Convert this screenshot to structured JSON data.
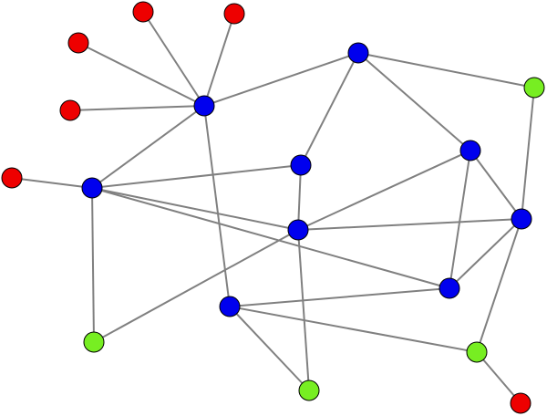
{
  "colors": {
    "edge": "#808080",
    "stroke": "#000000",
    "blue": "#0000ee",
    "red": "#ee0000",
    "green": "#77ee22"
  },
  "nodes": [
    {
      "id": "r1",
      "color": "red"
    },
    {
      "id": "r2",
      "color": "red"
    },
    {
      "id": "r3",
      "color": "red"
    },
    {
      "id": "r4",
      "color": "red"
    },
    {
      "id": "r5",
      "color": "red"
    },
    {
      "id": "r6",
      "color": "red"
    },
    {
      "id": "b1",
      "color": "blue"
    },
    {
      "id": "b2",
      "color": "blue"
    },
    {
      "id": "b3",
      "color": "blue"
    },
    {
      "id": "b4",
      "color": "blue"
    },
    {
      "id": "b5",
      "color": "blue"
    },
    {
      "id": "b6",
      "color": "blue"
    },
    {
      "id": "b7",
      "color": "blue"
    },
    {
      "id": "b8",
      "color": "blue"
    },
    {
      "id": "b9",
      "color": "blue"
    },
    {
      "id": "g1",
      "color": "green"
    },
    {
      "id": "g2",
      "color": "green"
    },
    {
      "id": "g3",
      "color": "green"
    },
    {
      "id": "g4",
      "color": "green"
    }
  ],
  "edges": [
    [
      "r1",
      "b1"
    ],
    [
      "r2",
      "b1"
    ],
    [
      "r3",
      "b1"
    ],
    [
      "r4",
      "b1"
    ],
    [
      "b1",
      "b2"
    ],
    [
      "b1",
      "b3"
    ],
    [
      "b1",
      "b7"
    ],
    [
      "r5",
      "b3"
    ],
    [
      "b2",
      "g1"
    ],
    [
      "b2",
      "b5"
    ],
    [
      "b2",
      "b4"
    ],
    [
      "b3",
      "b4"
    ],
    [
      "b3",
      "b6"
    ],
    [
      "b3",
      "b8"
    ],
    [
      "b3",
      "g2"
    ],
    [
      "b4",
      "b6"
    ],
    [
      "b5",
      "b9"
    ],
    [
      "b5",
      "b6"
    ],
    [
      "b5",
      "b8"
    ],
    [
      "b6",
      "g3"
    ],
    [
      "b6",
      "b9"
    ],
    [
      "b6",
      "g2"
    ],
    [
      "b7",
      "b8"
    ],
    [
      "b7",
      "g4"
    ],
    [
      "b7",
      "g3"
    ],
    [
      "b8",
      "b9"
    ],
    [
      "b9",
      "g1"
    ],
    [
      "b9",
      "g4"
    ],
    [
      "g4",
      "r6"
    ]
  ]
}
